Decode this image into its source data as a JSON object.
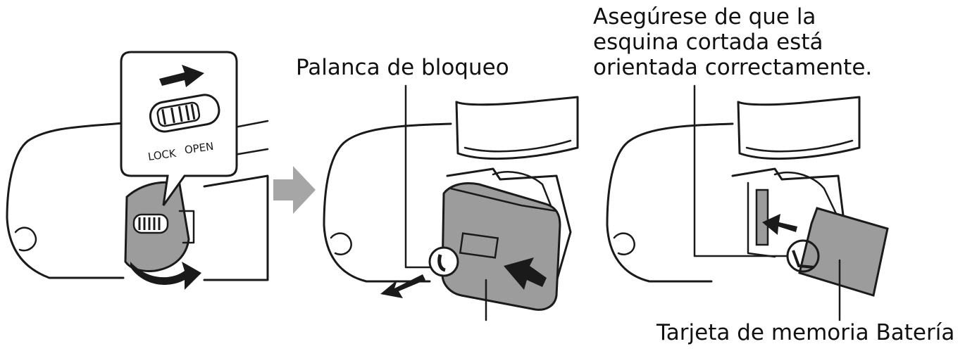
{
  "labels": {
    "lock_lever": "Palanca de bloqueo",
    "notice_line1": "Asegúrese de que la",
    "notice_line2": "esquina cortada está",
    "notice_line3": "orientada correctamente.",
    "bottom": "Tarjeta de memoria Batería",
    "switch_lock": "LOCK",
    "switch_open": "OPEN"
  },
  "colors": {
    "outline": "#1a1a1a",
    "gray_fill": "#9c9c9c",
    "light_gray": "#c8c8c8",
    "step_arrow": "#a6a6a6"
  },
  "icons": {
    "step_arrow": "right-arrow-icon",
    "open_arrow": "curved-arrow-icon",
    "insert_arrow": "push-arrow-icon"
  }
}
